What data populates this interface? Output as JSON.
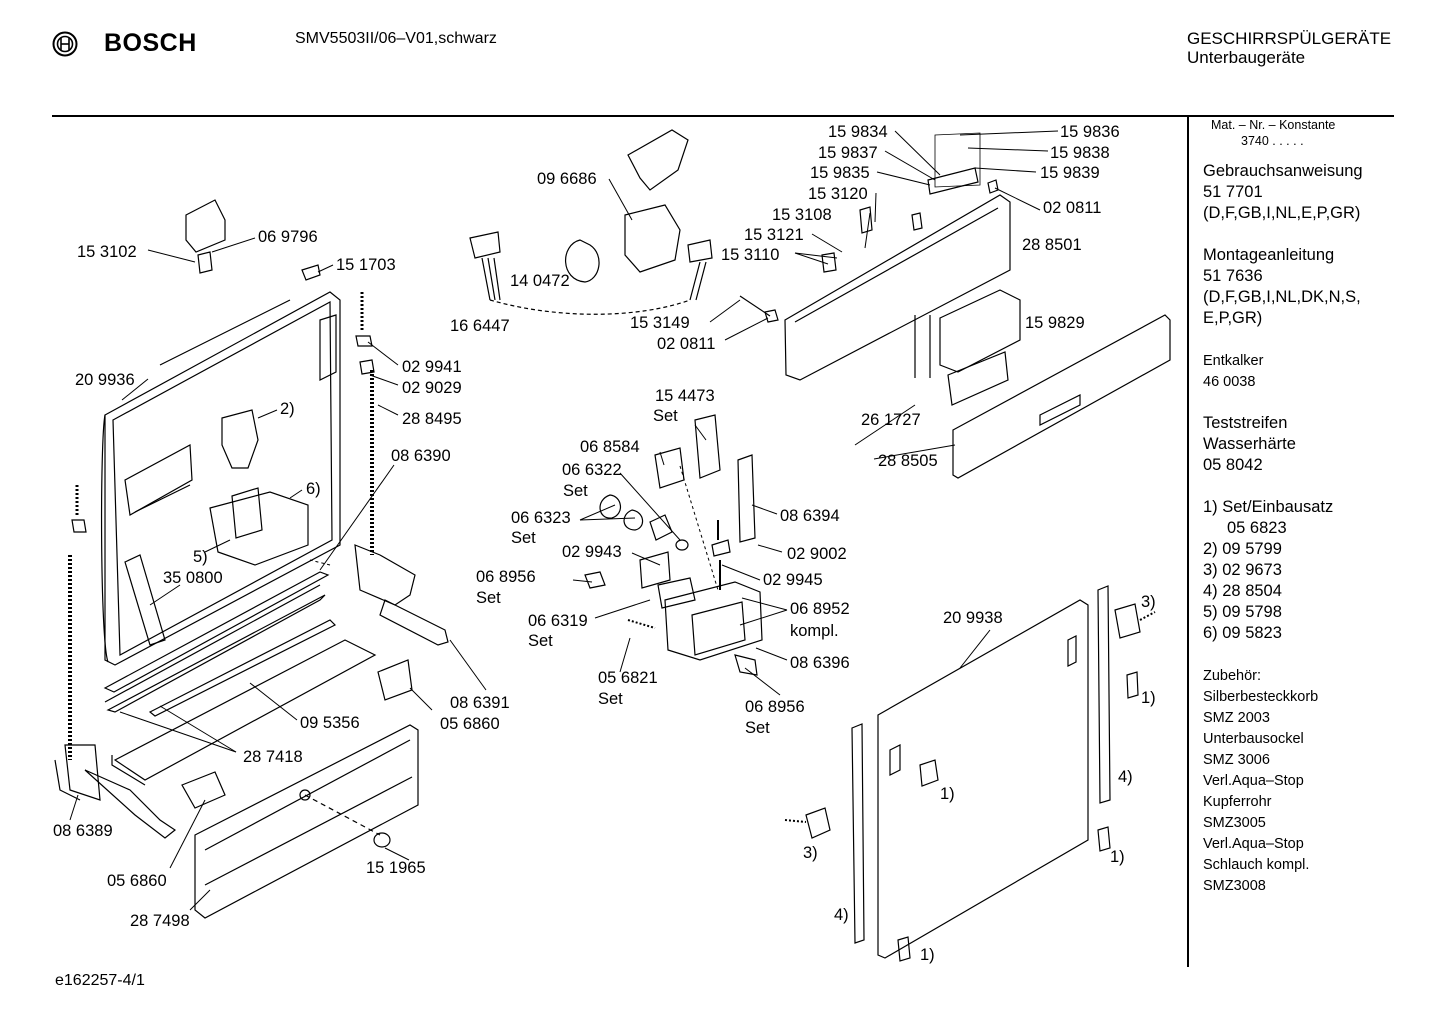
{
  "header": {
    "brand": "BOSCH",
    "model": "SMV5503II/06–V01,schwarz",
    "category_line1": "GESCHIRRSPÜLGERÄTE",
    "category_line2": "Unterbaugeräte"
  },
  "sidebar": {
    "mat_label": "Mat. – Nr. – Konstante",
    "mat_value": "3740 . . . . .",
    "gebrauch_title": "Gebrauchsanweisung",
    "gebrauch_nr": "51 7701",
    "gebrauch_lang": "(D,F,GB,I,NL,E,P,GR)",
    "montage_title": "Montageanleitung",
    "montage_nr": "51 7636",
    "montage_lang1": "(D,F,GB,I,NL,DK,N,S,",
    "montage_lang2": "E,P,GR)",
    "entkalker_title": "Entkalker",
    "entkalker_nr": "46 0038",
    "test_title1": "Teststreifen",
    "test_title2": "Wasserhärte",
    "test_nr": "05 8042",
    "notes": [
      "1) Set/Einbausatz",
      "05 6823",
      "2) 09 5799",
      "3) 02 9673",
      "4) 28 8504",
      "5) 09 5798",
      "6) 09 5823"
    ],
    "zubehoer": [
      "Zubehör:",
      "Silberbesteckkorb",
      "SMZ 2003",
      "Unterbausockel",
      "SMZ 3006",
      "Verl.Aqua–Stop",
      "Kupferrohr",
      "SMZ3005",
      "Verl.Aqua–Stop",
      "Schlauch kompl.",
      "SMZ3008"
    ]
  },
  "labels": [
    "15 9834",
    "15 9836",
    "15 9837",
    "15 9838",
    "15 9835",
    "15 9839",
    "15 3120",
    "02 0811",
    "15 3108",
    "28 8501",
    "15 3121",
    "15 3110",
    "09 6686",
    "15 3102",
    "06 9796",
    "15 1703",
    "14 0472",
    "16 6447",
    "15 3149",
    "02 0811",
    "15 9829",
    "02 9941",
    "02 9029",
    "20 9936",
    "28 8495",
    "2)",
    "6)",
    "08 6390",
    "5)",
    "35 0800",
    "15 4473",
    "Set",
    "06 8584",
    "06 6322",
    "Set",
    "06 6323",
    "Set",
    "08 6394",
    "02 9943",
    "02 9002",
    "26 1727",
    "28 8505",
    "06 8956",
    "Set",
    "02 9945",
    "06 6319",
    "Set",
    "06 8952",
    "kompl.",
    "05 6821",
    "Set",
    "08 6396",
    "06 8956",
    "Set",
    "20 9938",
    "3)",
    "1)",
    "4)",
    "08 6391",
    "09 5356",
    "05 6860",
    "28 7418",
    "08 6389",
    "05 6860",
    "15 1965",
    "28 7498",
    "1)",
    "3)",
    "1)",
    "4)",
    "1)"
  ],
  "footer": "e162257-4/1"
}
